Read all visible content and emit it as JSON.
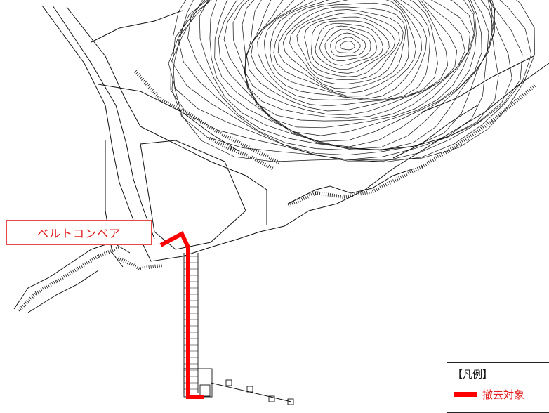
{
  "callout": {
    "label": "ベルトコンベア"
  },
  "legend": {
    "title": "【凡例】",
    "items": [
      {
        "label": "撤去対象",
        "color": "#ff0000"
      }
    ]
  },
  "colors": {
    "linework": "#111111",
    "highlight": "#ff0000",
    "callout_text": "#e02020"
  }
}
